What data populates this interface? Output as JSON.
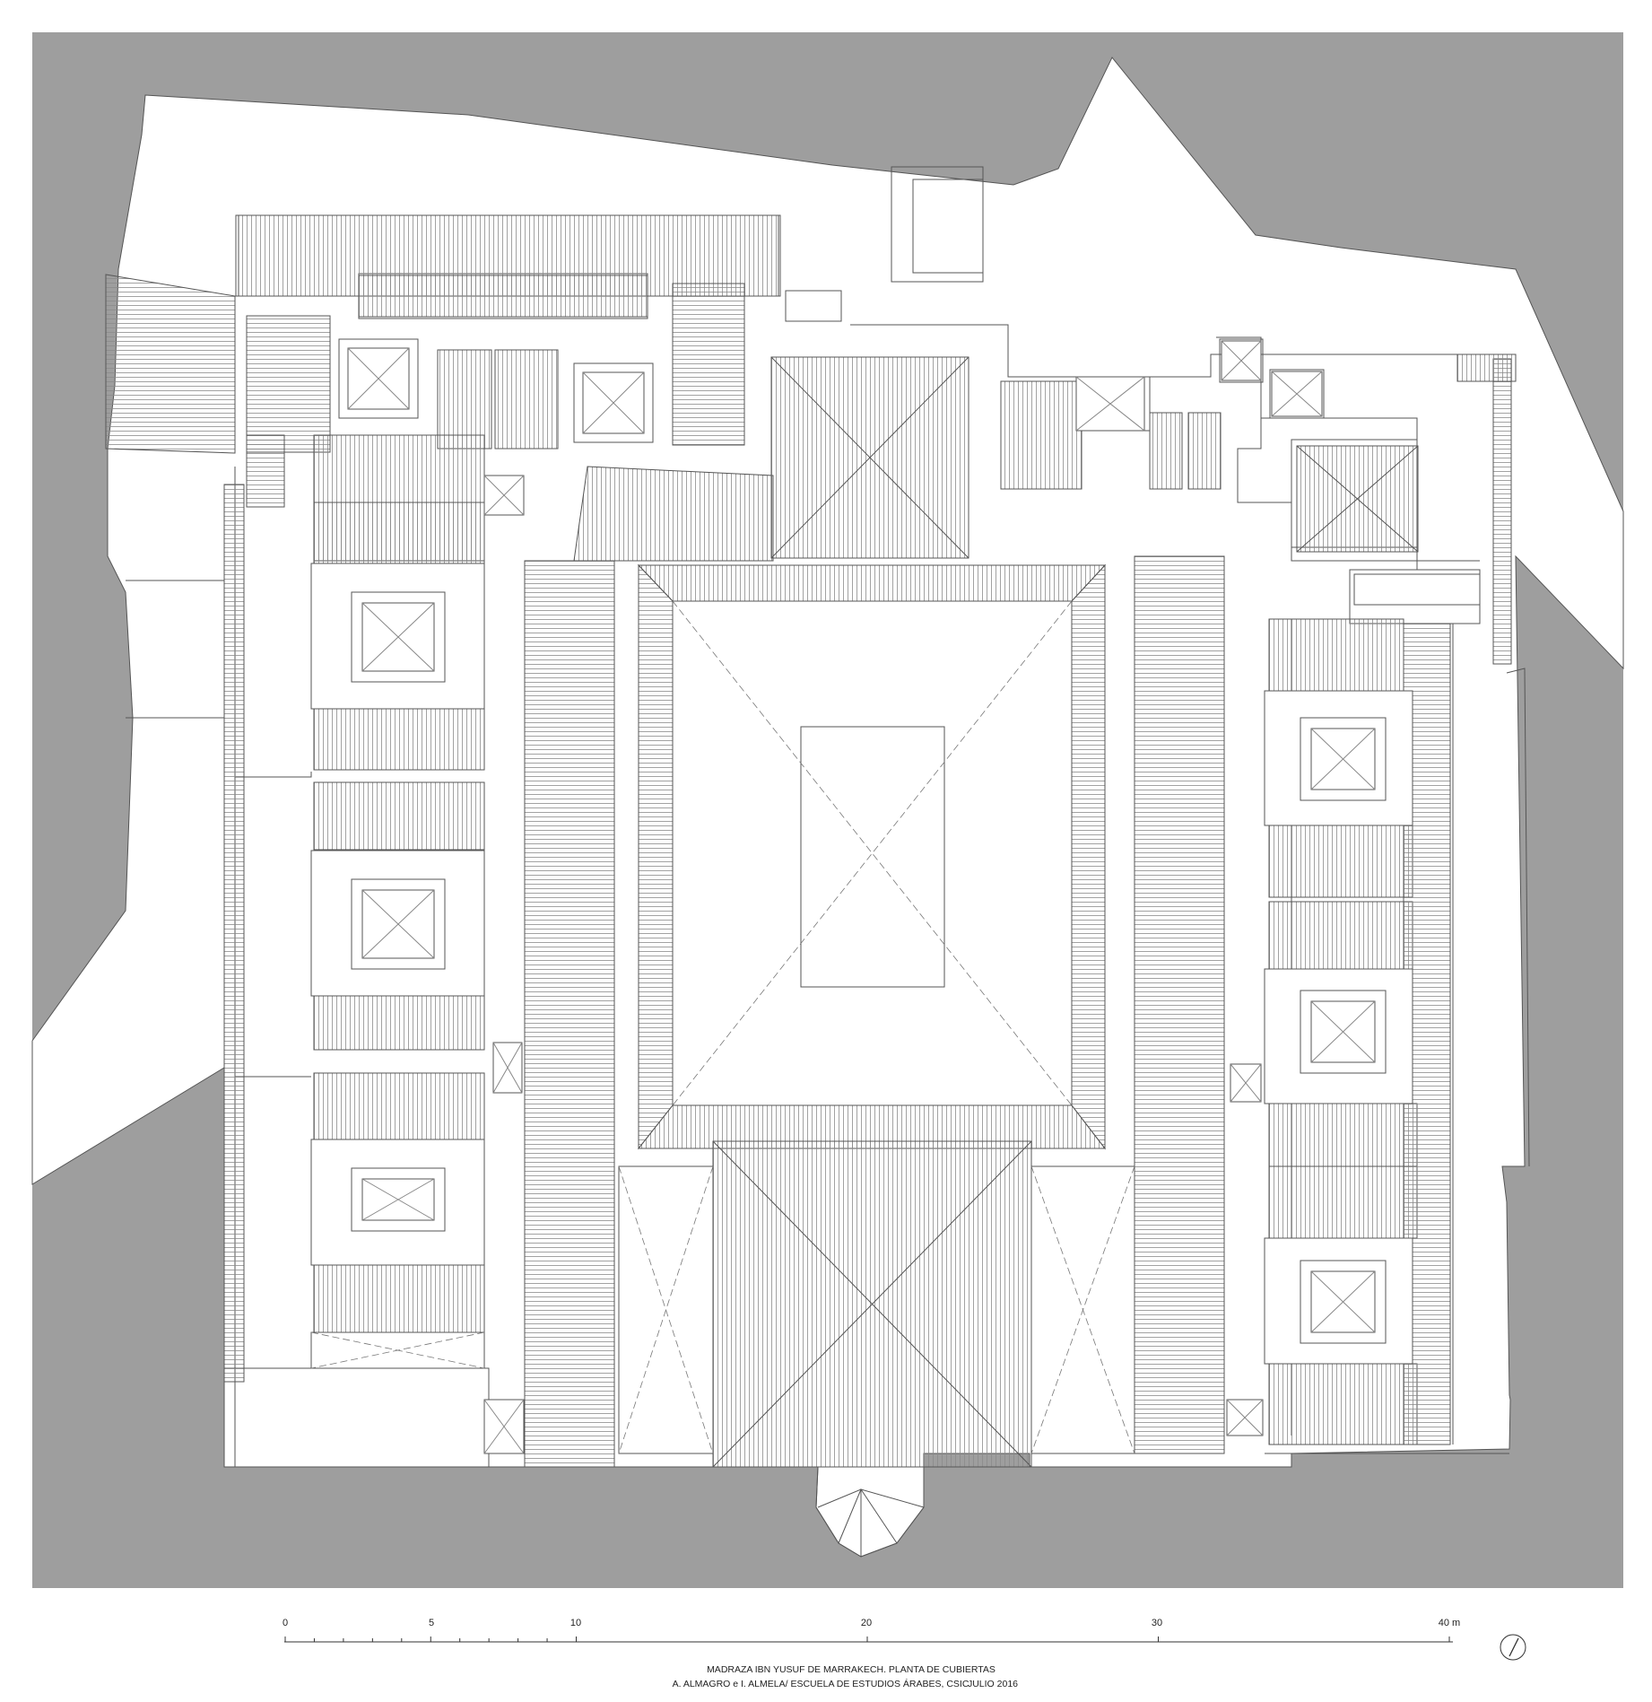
{
  "colors": {
    "background_mass": "#9e9e9e",
    "roof_fill": "#ffffff",
    "line": "#555555",
    "hatch": "#8a8a8a",
    "text": "#222222"
  },
  "scale_bar": {
    "labels": [
      "0",
      "5",
      "10",
      "20",
      "30",
      "40 m"
    ]
  },
  "caption": {
    "title": "MADRAZA IBN YUSUF DE MARRAKECH. PLANTA DE CUBIERTAS",
    "authors": "A. ALMAGRO e I. ALMELA/ ESCUELA DE ESTUDIOS ÁRABES, CSIC",
    "date": "JULIO 2016"
  },
  "icons": {
    "north_arrow": "north-arrow-icon"
  }
}
